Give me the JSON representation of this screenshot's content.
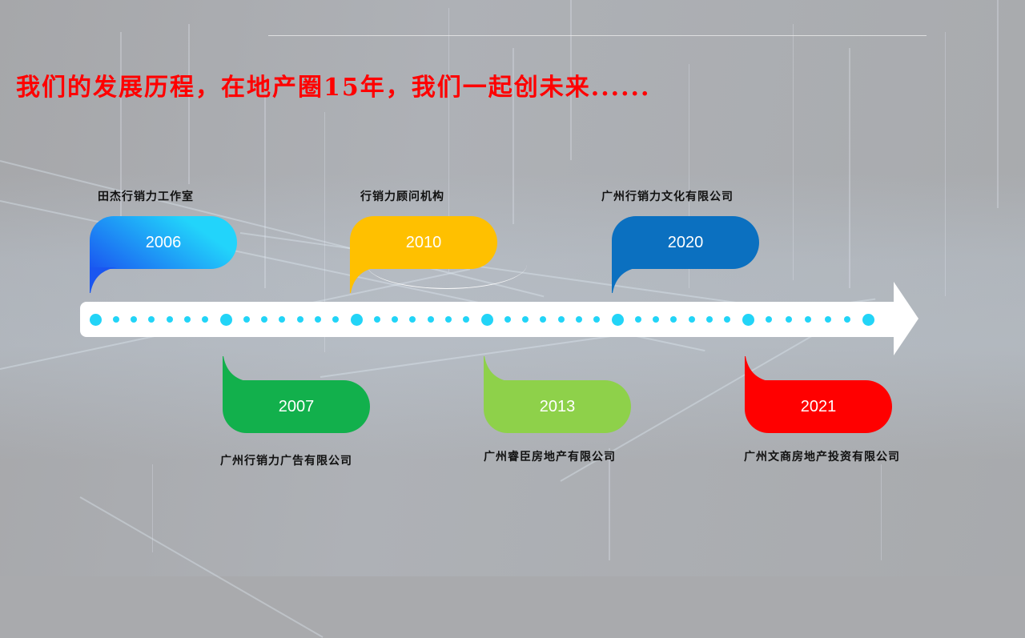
{
  "slide": {
    "title": "我们的发展历程，在地产圈15年，我们一起创未来......",
    "colors": {
      "title": "#ff0000",
      "track": "#ffffff",
      "dot": "#22d4f7",
      "background": "#a9aaad"
    }
  },
  "timeline": {
    "milestones": [
      {
        "year": "2006",
        "label": "田杰行销力工作室",
        "position": "above",
        "color_from": "#1a56f0",
        "color_to": "#22d4fb"
      },
      {
        "year": "2007",
        "label": "广州行销力广告有限公司",
        "position": "below",
        "color_from": "#12b04c",
        "color_to": "#12b04c"
      },
      {
        "year": "2010",
        "label": "行销力顾问机构",
        "position": "above",
        "color_from": "#ffc000",
        "color_to": "#ffc000"
      },
      {
        "year": "2013",
        "label": "广州睿臣房地产有限公司",
        "position": "below",
        "color_from": "#8ed14a",
        "color_to": "#8ed14a"
      },
      {
        "year": "2020",
        "label": "广州行销力文化有限公司",
        "position": "above",
        "color_from": "#0b70c0",
        "color_to": "#0b70c0"
      },
      {
        "year": "2021",
        "label": "广州文商房地产投资有限公司",
        "position": "below",
        "color_from": "#ff0000",
        "color_to": "#ff0000"
      }
    ]
  }
}
